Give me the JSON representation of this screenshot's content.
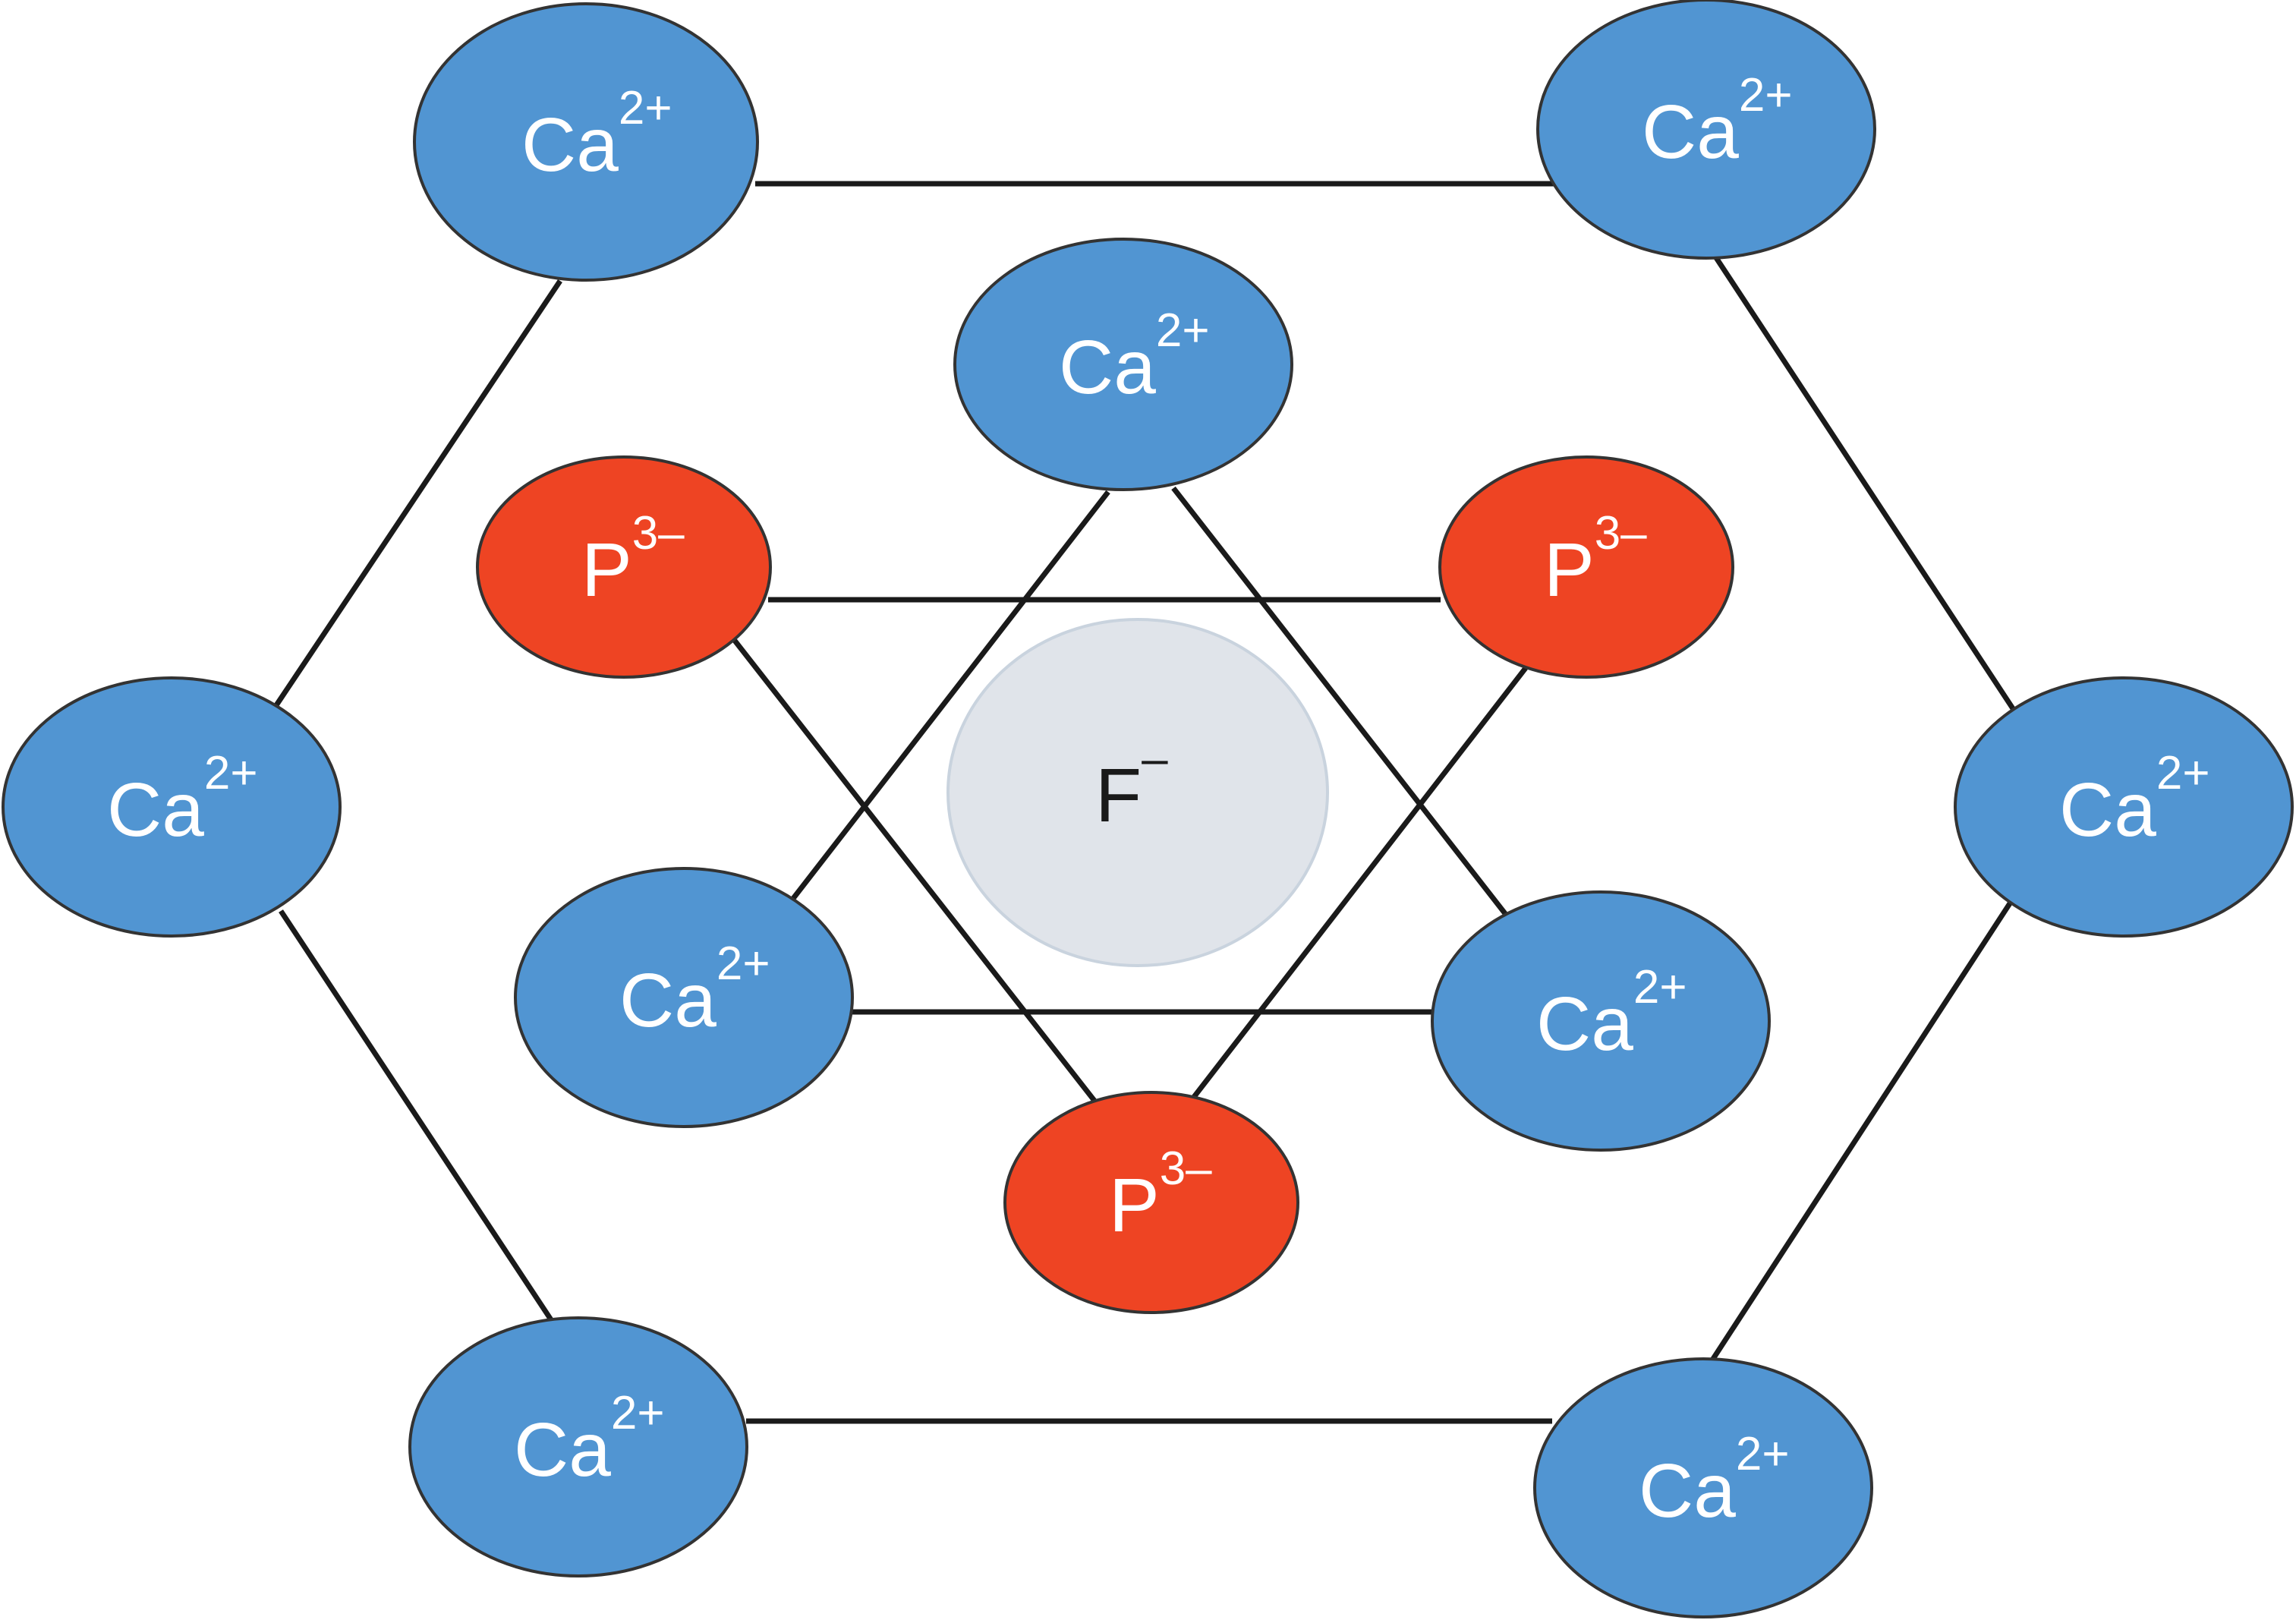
{
  "diagram": {
    "title": "",
    "colors": {
      "calcium": "#5195d2",
      "phosphorus": "#ee4423",
      "fluoride": "#e0e4ea",
      "bond": "#1a1a1a"
    },
    "nodes": [
      {
        "id": "ca-outer-top-left",
        "element": "Ca",
        "charge": "2+",
        "kind": "calcium",
        "ring": "outer"
      },
      {
        "id": "ca-outer-top-right",
        "element": "Ca",
        "charge": "2+",
        "kind": "calcium",
        "ring": "outer"
      },
      {
        "id": "ca-outer-left",
        "element": "Ca",
        "charge": "2+",
        "kind": "calcium",
        "ring": "outer"
      },
      {
        "id": "ca-outer-right",
        "element": "Ca",
        "charge": "2+",
        "kind": "calcium",
        "ring": "outer"
      },
      {
        "id": "ca-outer-bottom-left",
        "element": "Ca",
        "charge": "2+",
        "kind": "calcium",
        "ring": "outer"
      },
      {
        "id": "ca-outer-bottom-right",
        "element": "Ca",
        "charge": "2+",
        "kind": "calcium",
        "ring": "outer"
      },
      {
        "id": "ca-inner-top",
        "element": "Ca",
        "charge": "2+",
        "kind": "calcium",
        "ring": "inner"
      },
      {
        "id": "ca-inner-left",
        "element": "Ca",
        "charge": "2+",
        "kind": "calcium",
        "ring": "inner"
      },
      {
        "id": "ca-inner-right",
        "element": "Ca",
        "charge": "2+",
        "kind": "calcium",
        "ring": "inner"
      },
      {
        "id": "p-inner-top-left",
        "element": "P",
        "charge": "3–",
        "kind": "phosphorus",
        "ring": "inner"
      },
      {
        "id": "p-inner-top-right",
        "element": "P",
        "charge": "3–",
        "kind": "phosphorus",
        "ring": "inner"
      },
      {
        "id": "p-inner-bottom",
        "element": "P",
        "charge": "3–",
        "kind": "phosphorus",
        "ring": "inner"
      },
      {
        "id": "f-center",
        "element": "F",
        "charge": "–",
        "kind": "fluoride",
        "ring": "center"
      }
    ],
    "bonds": [
      [
        "ca-outer-top-left",
        "ca-outer-top-right"
      ],
      [
        "ca-outer-top-right",
        "ca-outer-right"
      ],
      [
        "ca-outer-right",
        "ca-outer-bottom-right"
      ],
      [
        "ca-outer-bottom-right",
        "ca-outer-bottom-left"
      ],
      [
        "ca-outer-bottom-left",
        "ca-outer-left"
      ],
      [
        "ca-outer-left",
        "ca-outer-top-left"
      ],
      [
        "ca-inner-top",
        "ca-inner-left"
      ],
      [
        "ca-inner-left",
        "ca-inner-right"
      ],
      [
        "ca-inner-right",
        "ca-inner-top"
      ],
      [
        "p-inner-top-left",
        "p-inner-top-right"
      ],
      [
        "p-inner-top-right",
        "p-inner-bottom"
      ],
      [
        "p-inner-bottom",
        "p-inner-top-left"
      ]
    ]
  }
}
